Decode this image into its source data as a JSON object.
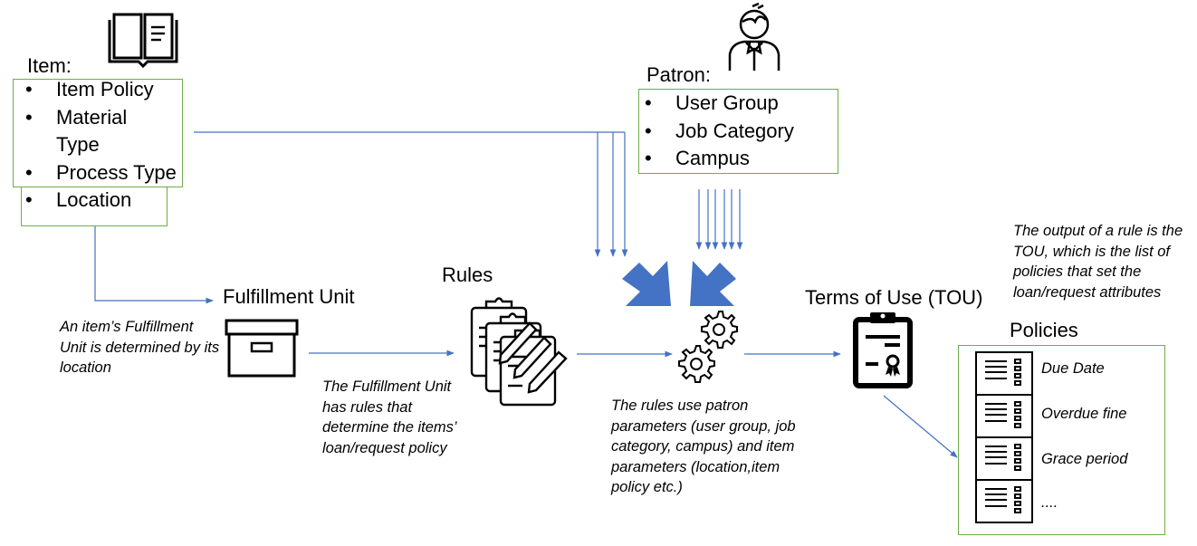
{
  "item": {
    "title": "Item:",
    "attributes": [
      "Item Policy",
      "Material Type",
      "Process Type",
      "Location"
    ],
    "icon": "open-book-icon"
  },
  "patron": {
    "title": "Patron:",
    "attributes": [
      "User Group",
      "Job Category",
      "Campus"
    ],
    "icon": "person-icon"
  },
  "fulfillment_unit": {
    "title": "Fulfillment Unit",
    "icon": "archive-box-icon",
    "note": "An item’s Fulfillment Unit is determined by its location"
  },
  "rules": {
    "title": "Rules",
    "icon": "clipboards-with-pencils-icon",
    "note": "The Fulfillment Unit has rules that determine the items’ loan/request policy"
  },
  "engine": {
    "icon": "gears-icon",
    "note": "The rules use patron parameters (user group, job category, campus) and item parameters (location,item policy etc.)"
  },
  "tou": {
    "title": "Terms of Use (TOU)",
    "icon": "certificate-clipboard-icon",
    "note": "The output of a rule is the TOU, which is the list of policies that set the loan/request attributes"
  },
  "policies": {
    "title": "Policies",
    "items": [
      "Due Date",
      "Overdue fine",
      "Grace period",
      "...."
    ]
  },
  "colors": {
    "connector": "#4472c4",
    "big_arrow": "#4472c4",
    "box_border": "#70ad47",
    "icon": "#000000"
  }
}
